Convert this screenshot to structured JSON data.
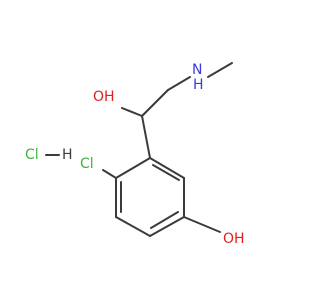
{
  "molecule": {
    "atoms": {
      "amine_n": "N",
      "amine_h": "H",
      "side_oh": "OH",
      "chlorine": "Cl",
      "ring_oh": "OH",
      "salt_cl": "Cl",
      "salt_h": "H"
    },
    "colors": {
      "bond": "#3b3b3b",
      "nitrogen": "#3b3bd8",
      "oxygen": "#e02020",
      "chlorine": "#3fb33f"
    }
  }
}
